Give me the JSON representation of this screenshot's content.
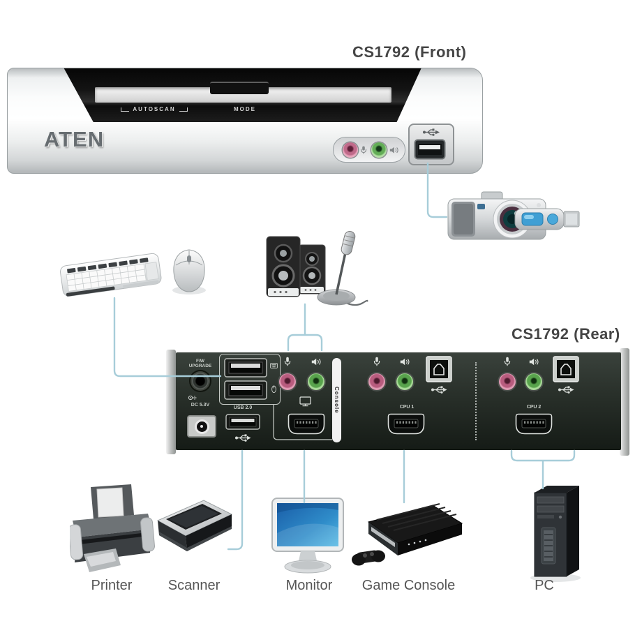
{
  "front": {
    "title": "CS1792 (Front)",
    "brand": "ATEN",
    "autoscan": "AUTOSCAN",
    "mode": "MODE"
  },
  "rear": {
    "title": "CS1792 (Rear)",
    "fw_upgrade": "F/W UPGRADE",
    "dc_label": "DC 5.3V",
    "usb2_label": "USB 2.0",
    "console_label": "Console",
    "cpu1_label": "CPU 1",
    "cpu2_label": "CPU 2"
  },
  "labels": {
    "printer": "Printer",
    "scanner": "Scanner",
    "monitor": "Monitor",
    "game_console": "Game Console",
    "pc": "PC"
  },
  "icons": [
    "usb-trident-icon",
    "microphone-icon",
    "speaker-icon",
    "keyboard-icon",
    "mouse-icon",
    "monitor-icon",
    "power-icon"
  ],
  "colors": {
    "connection_line": "#a7cdd9",
    "title_text": "#454545",
    "label_text": "#555555",
    "rear_panel": "#2a312b",
    "jack_pink": "#c06a8a",
    "jack_green": "#63ad57"
  }
}
